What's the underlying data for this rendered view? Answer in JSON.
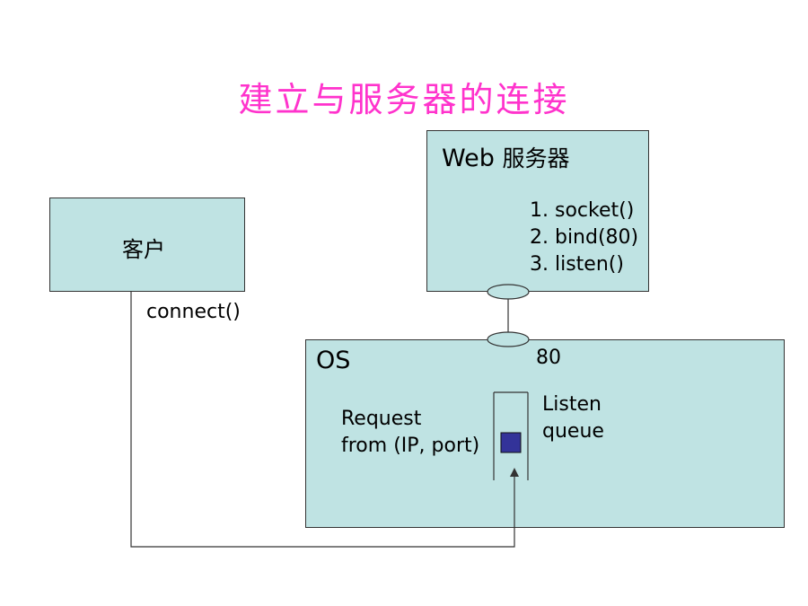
{
  "title": "建立与服务器的连接",
  "client": {
    "label": "客户",
    "call": "connect()"
  },
  "web_server": {
    "title_latin": "Web",
    "title_cn": "服务器",
    "steps": [
      "1. socket()",
      "2. bind(80)",
      "3. listen()"
    ]
  },
  "os": {
    "label": "OS",
    "port": "80",
    "request_lines": [
      "Request",
      "from (IP, port)"
    ],
    "queue_lines": [
      "Listen",
      "queue"
    ]
  },
  "colors": {
    "title": "#ff33cc",
    "box_fill": "#bfe3e3",
    "queue_item": "#333399"
  }
}
